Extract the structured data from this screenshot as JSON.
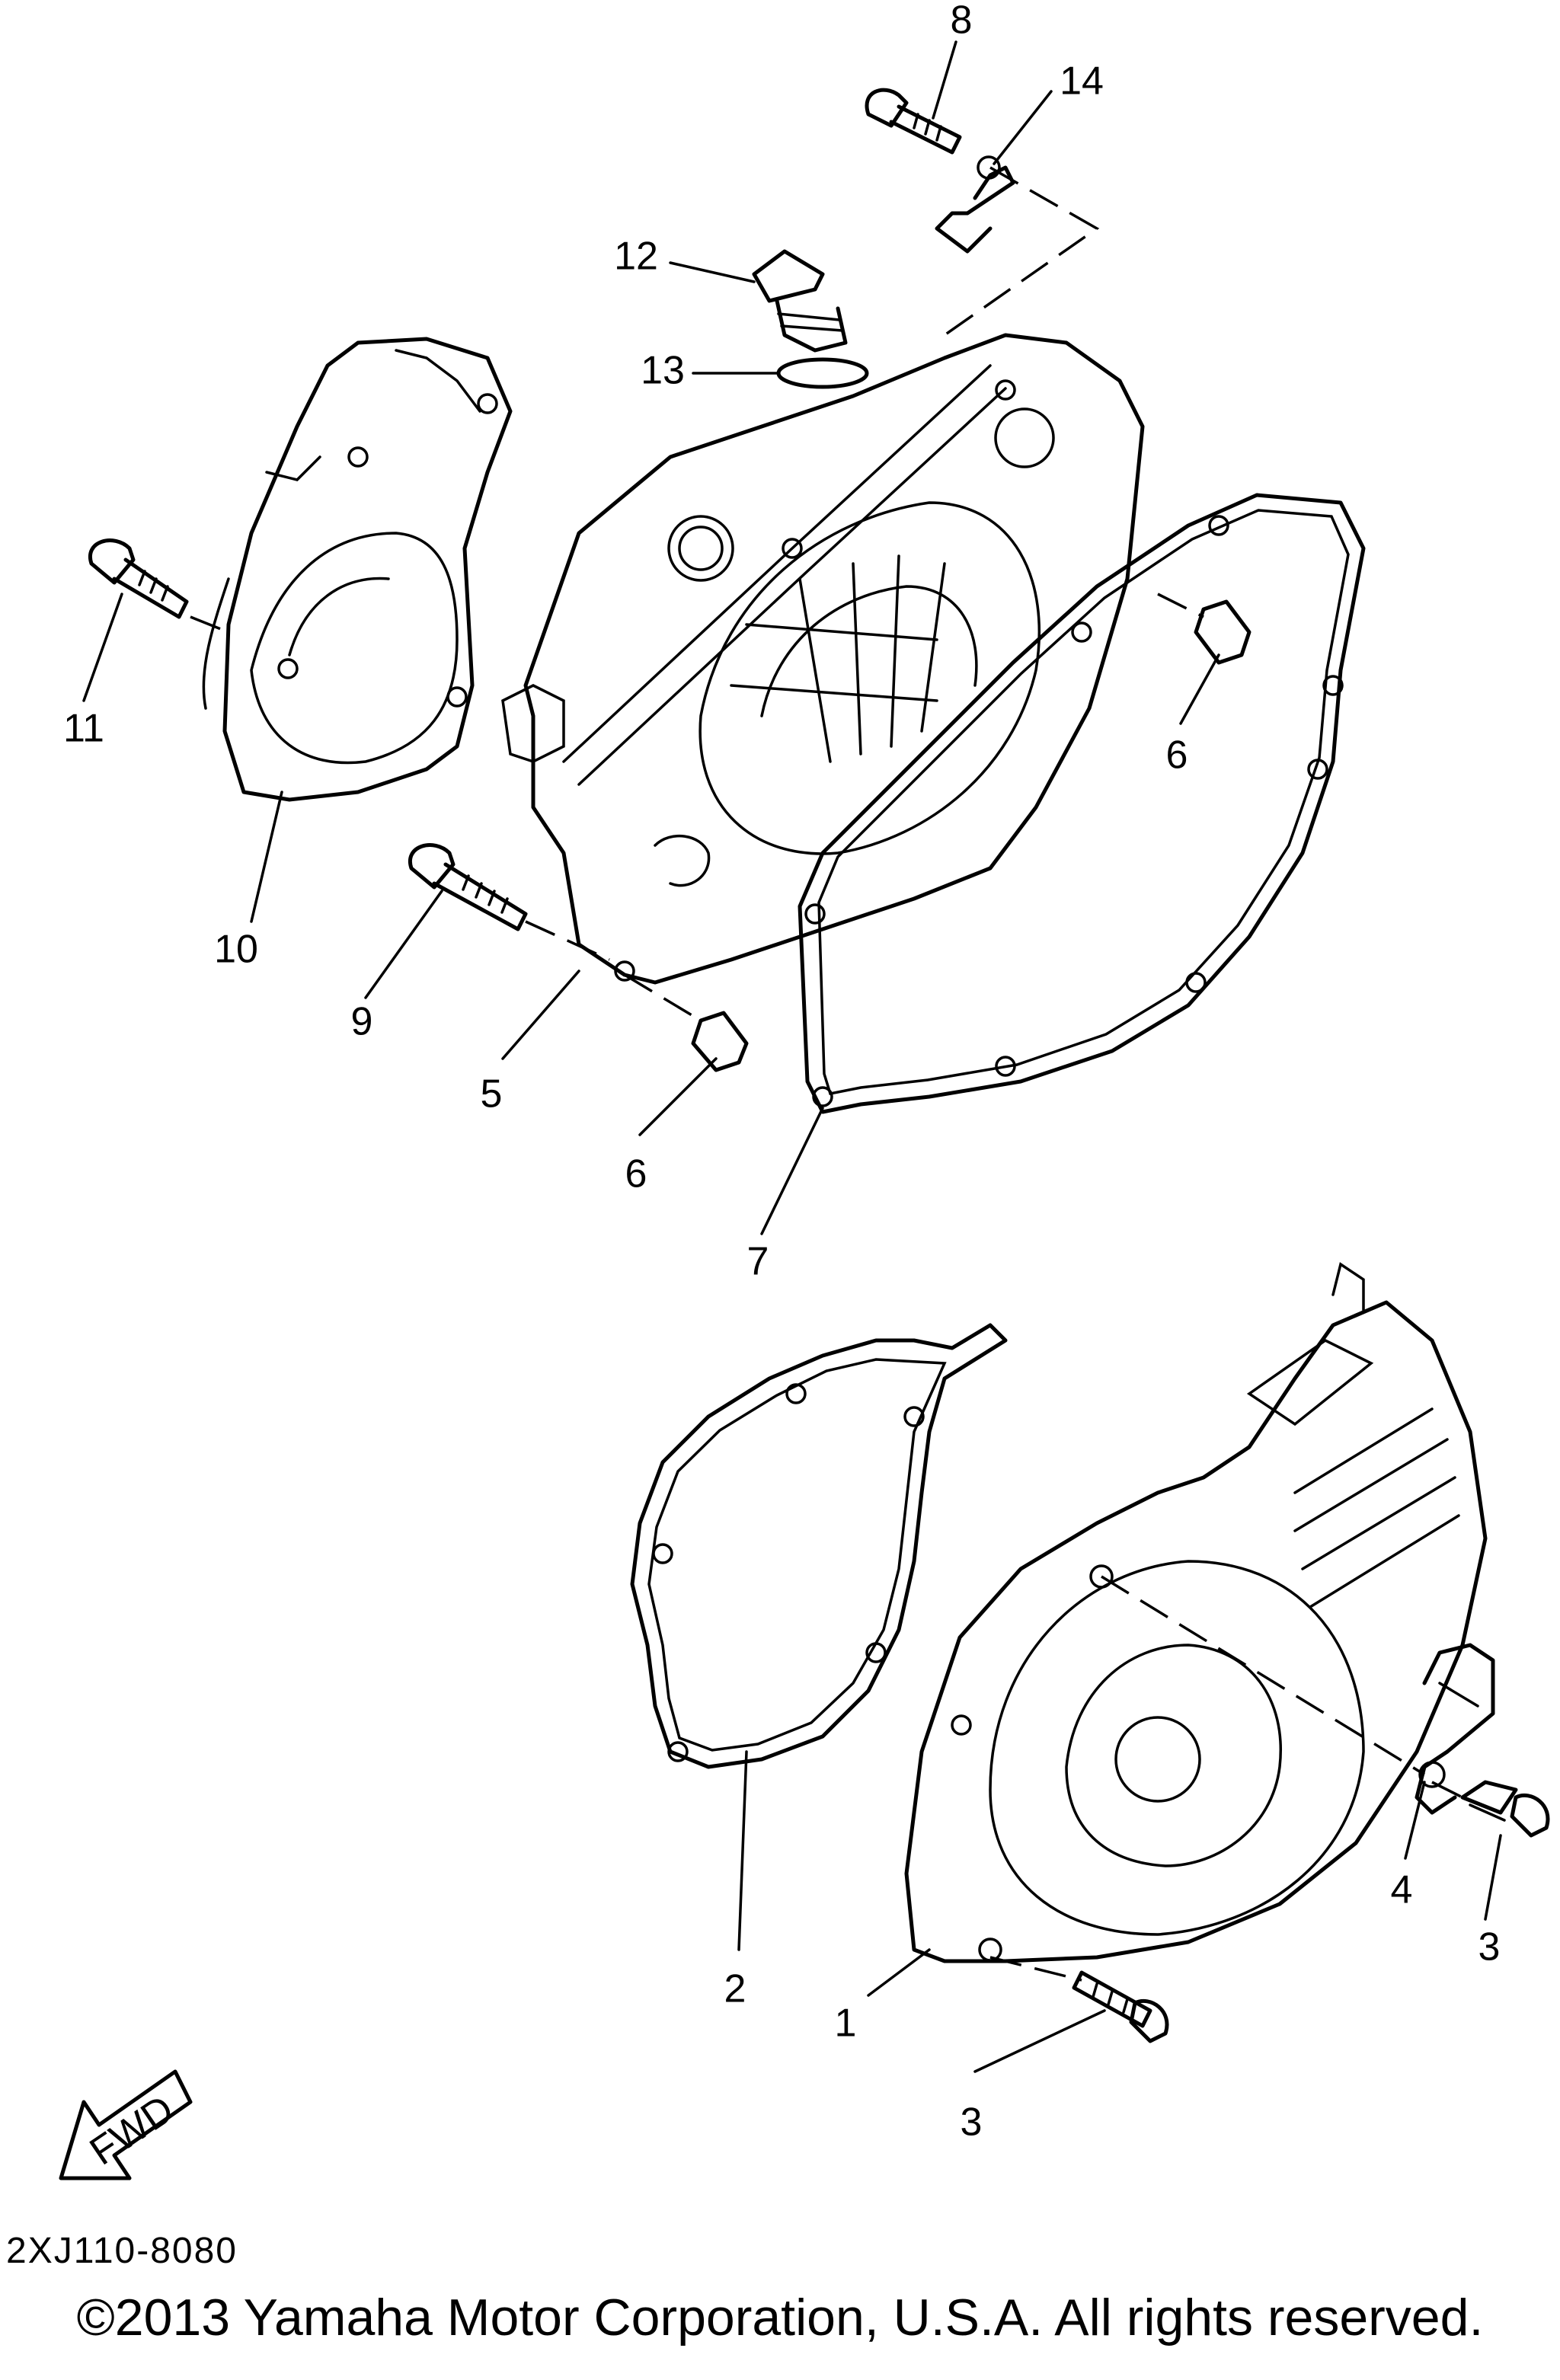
{
  "diagram": {
    "callouts": [
      {
        "num": "1"
      },
      {
        "num": "2"
      },
      {
        "num": "3"
      },
      {
        "num": "3"
      },
      {
        "num": "4"
      },
      {
        "num": "5"
      },
      {
        "num": "6"
      },
      {
        "num": "6"
      },
      {
        "num": "7"
      },
      {
        "num": "8"
      },
      {
        "num": "9"
      },
      {
        "num": "10"
      },
      {
        "num": "11"
      },
      {
        "num": "12"
      },
      {
        "num": "13"
      },
      {
        "num": "14"
      }
    ],
    "fwd_label": "FWD",
    "diagram_code": "2XJ110-8080",
    "copyright": "©2013 Yamaha Motor Corporation, U.S.A. All rights reserved."
  }
}
